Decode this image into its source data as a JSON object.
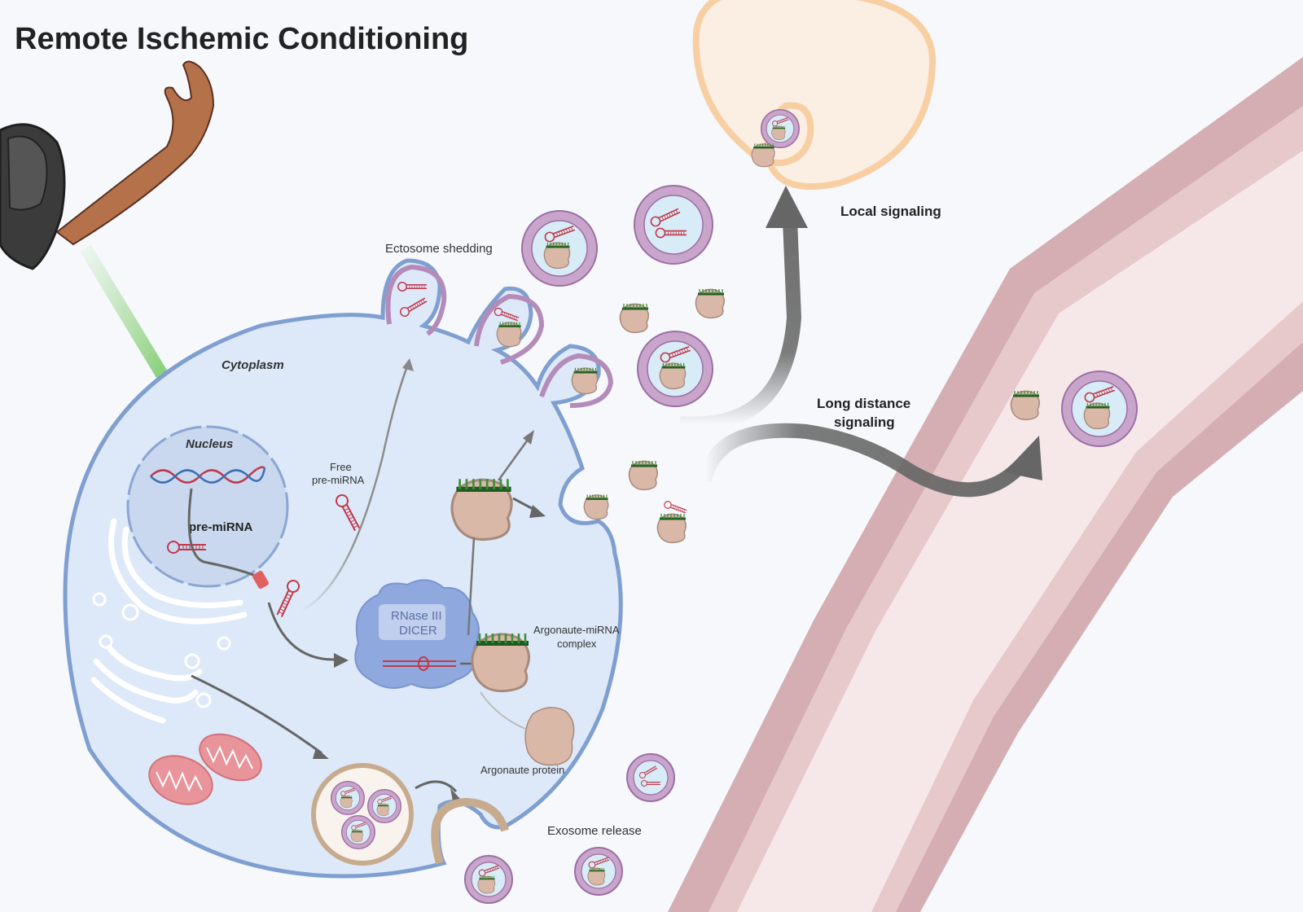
{
  "title": "Remote Ischemic Conditioning",
  "labels": {
    "cytoplasm": "Cytoplasm",
    "nucleus": "Nucleus",
    "pre_mirna": "pre-miRNA",
    "free_pre_mirna_1": "Free",
    "free_pre_mirna_2": "pre-miRNA",
    "dicer_1": "RNase III",
    "dicer_2": "DICER",
    "argonaute_complex_1": "Argonaute-miRNA",
    "argonaute_complex_2": "complex",
    "argonaute_protein": "Argonaute protein",
    "ectosome_shedding": "Ectosome shedding",
    "exosome_release": "Exosome release",
    "local_signaling": "Local signaling",
    "long_distance_1": "Long distance",
    "long_distance_2": "signaling"
  },
  "colors": {
    "background": "#f6f8fc",
    "cell_fill": "#dde9f8",
    "cell_membrane": "#7f9fd0",
    "nucleus_fill": "#c9d8ef",
    "vesicle_ring": "#b48bb9",
    "vesicle_inner": "#d7ecf7",
    "argonaute": "#d9b8a8",
    "mirna": "#c0394b",
    "vessel_wall": "#d4aeb2",
    "vessel_lumen": "#f6e8e9",
    "arrow": "#666666",
    "target_cell": "#f7cfa3",
    "stimulus_arrow": "#9ad68a"
  },
  "icons": [
    "arm-with-cuff-icon",
    "dna-helix-icon",
    "golgi-icon",
    "mitochondria-icon",
    "exosome-vesicle-icon",
    "argonaute-protein-icon",
    "mirna-hairpin-icon",
    "blood-vessel-icon"
  ]
}
